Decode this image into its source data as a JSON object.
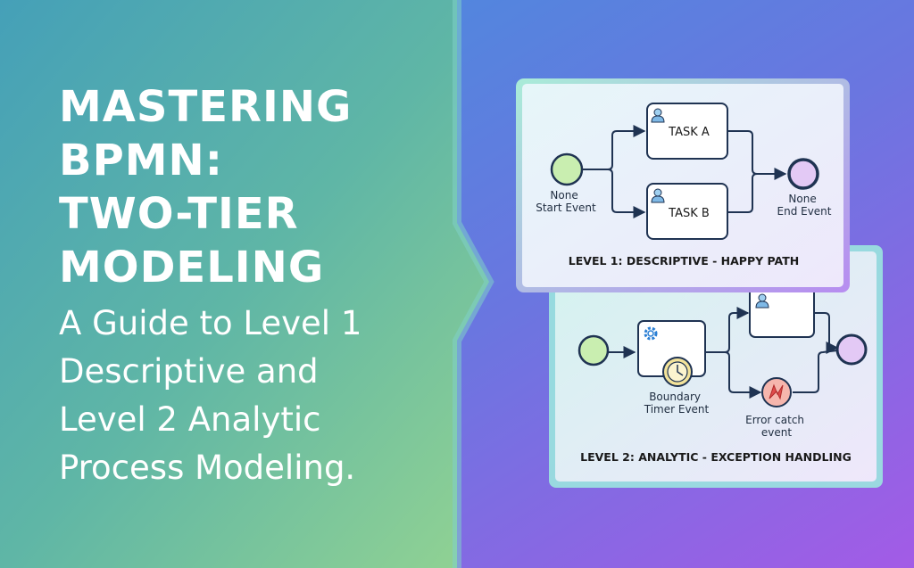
{
  "headline": {
    "title_lines": [
      "MASTERING",
      "BPMN:",
      "TWO-TIER",
      "MODELING"
    ],
    "subtitle_lines": [
      "A Guide to Level 1",
      "Descriptive and",
      "Level 2 Analytic",
      "Process Modeling."
    ]
  },
  "level1": {
    "task_a": "TASK A",
    "task_b": "TASK B",
    "start_event": [
      "None",
      "Start Event"
    ],
    "end_event": [
      "None",
      "End Event"
    ],
    "caption": "LEVEL 1: DESCRIPTIVE - HAPPY PATH"
  },
  "level2": {
    "boundary_timer": [
      "Boundary",
      "Timer Event"
    ],
    "error_catch": [
      "Error catch",
      "event"
    ],
    "caption": "LEVEL 2: ANALYTIC - EXCEPTION HANDLING"
  },
  "colors": {
    "left_gradient": [
      "#4aa3b6",
      "#8ccf96"
    ],
    "right_gradient": [
      "#4f8fdc",
      "#9a5fe6"
    ],
    "start_event_fill": "#c9eeb0",
    "end_event_fill": "#e3c9f5",
    "error_event_fill": "#f6b6ad",
    "edge": "#1f3352"
  },
  "icons": [
    "user-icon",
    "gear-icon",
    "clock-icon",
    "lightning-icon"
  ]
}
